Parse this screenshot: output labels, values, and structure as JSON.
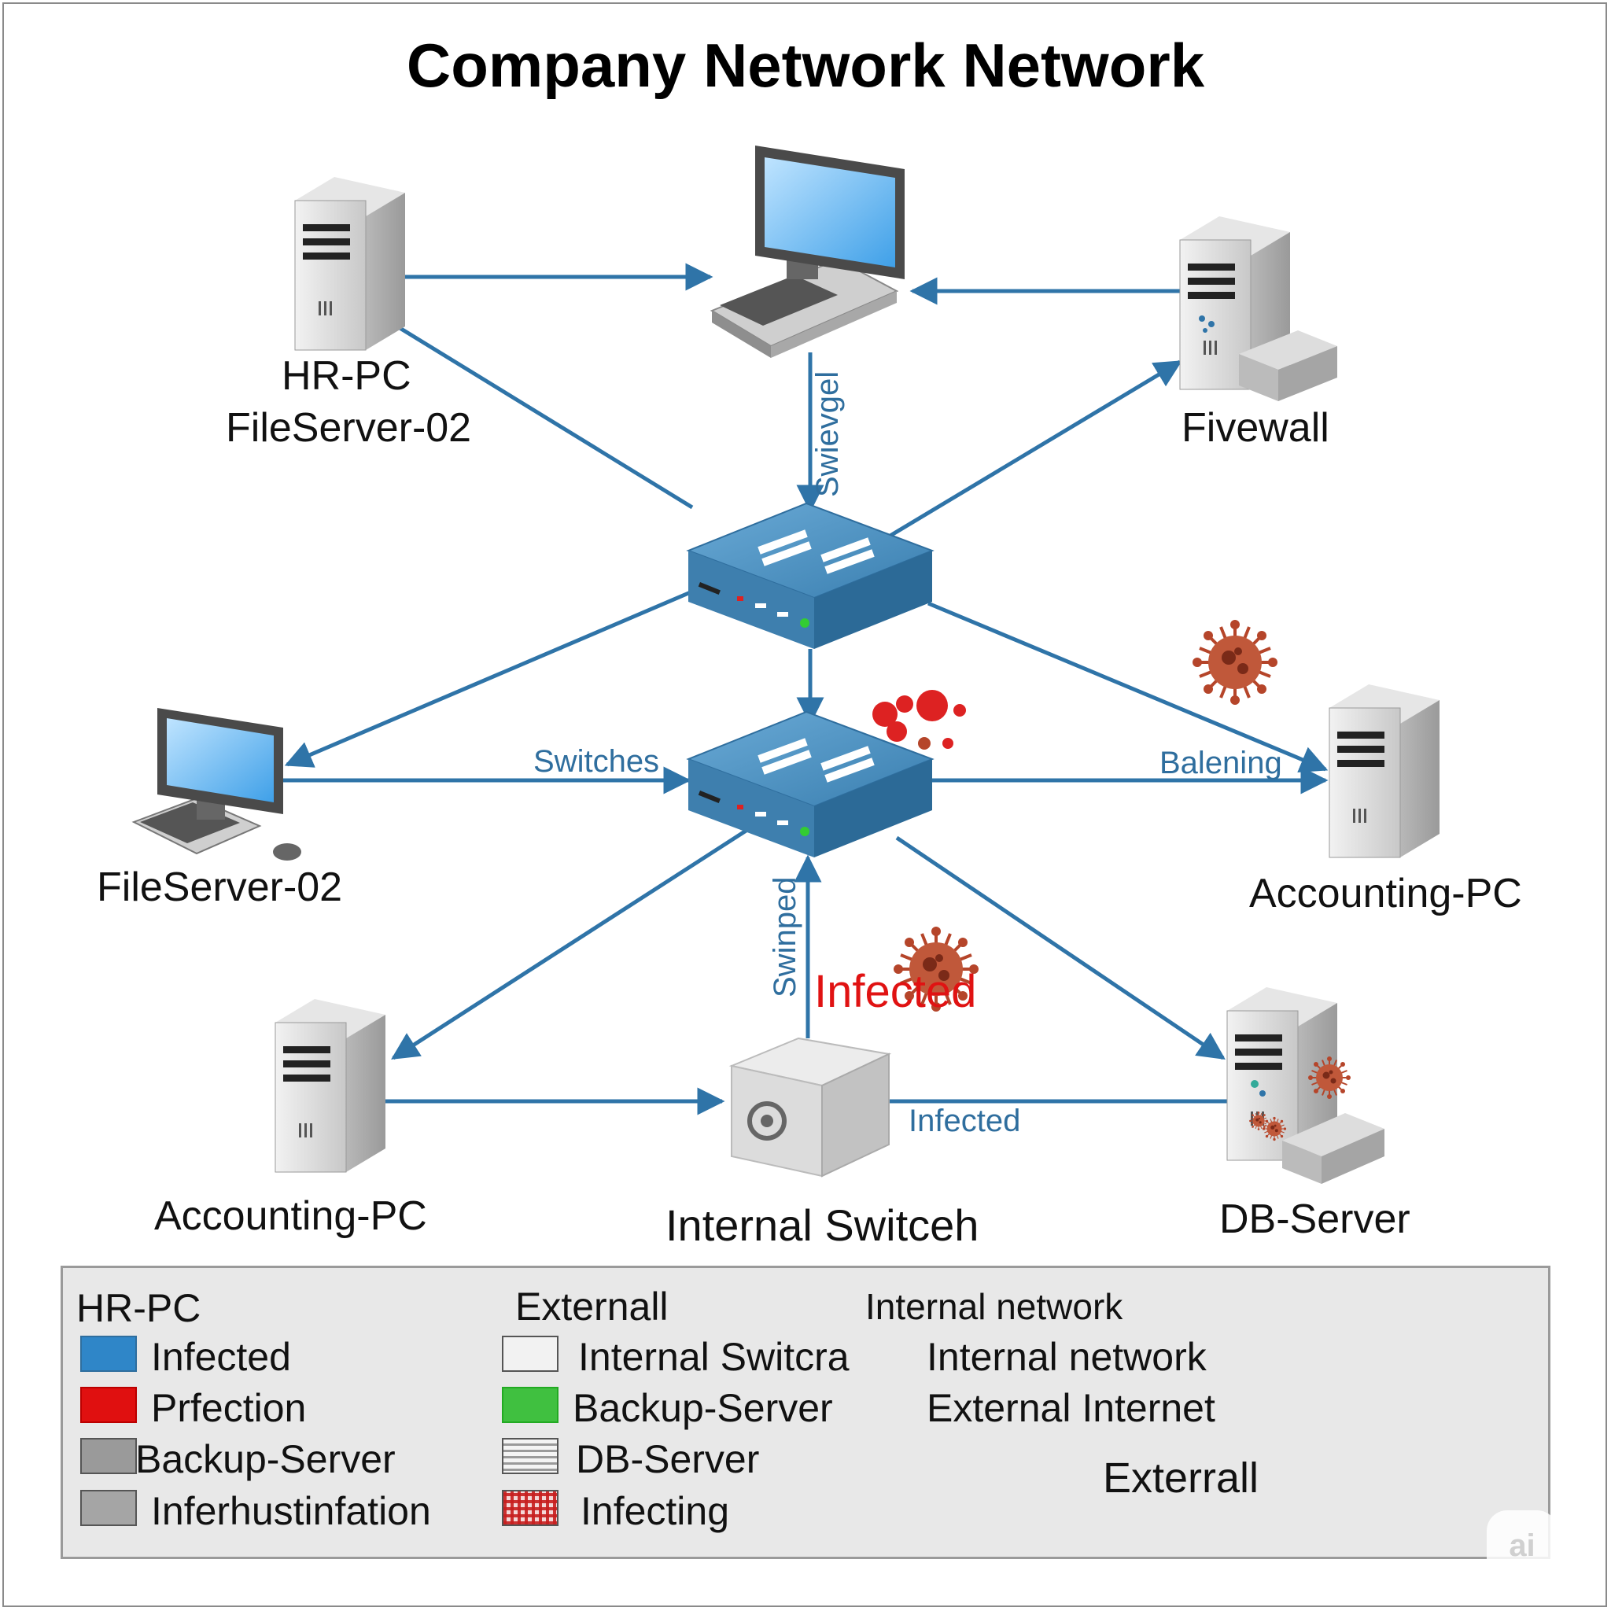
{
  "title": "Company Network Network",
  "nodes": {
    "hr_pc_label_1": "HR-PC",
    "hr_pc_label_2": "FileServer-02",
    "firewall": "Fivewall",
    "fileserver_left": "FileServer-02",
    "accounting_right": "Accounting-PC",
    "accounting_left": "Accounting-PC",
    "internal_switch": "Internal Switceh",
    "db_server": "DB-Server"
  },
  "edge_labels": {
    "swievgel": "Swievgel",
    "switches": "Switches",
    "balening": "Balening",
    "swinped": "Swinped",
    "infected_red": "Infected",
    "infected_blue": "Infected"
  },
  "legend": {
    "col1_header": "HR-PC",
    "col1": [
      "Infected",
      "Prfection",
      "Backup-Server",
      "Inferhustinfation"
    ],
    "col2_header": "Externall",
    "col2": [
      "Internal Switcra",
      "Backup-Server",
      "DB-Server",
      "Infecting"
    ],
    "col3_header": "Internal network",
    "col3": [
      "Internal network",
      "External Internet"
    ],
    "device_label": "Exterrall"
  },
  "colors": {
    "link": "#2f74a8",
    "infected": "#e01212",
    "switch_blue": "#3f86b8",
    "legend_blue": "#2f86c8",
    "legend_red": "#e01010",
    "legend_green": "#40c040",
    "virus": "#b5452a"
  },
  "watermark": "ai"
}
